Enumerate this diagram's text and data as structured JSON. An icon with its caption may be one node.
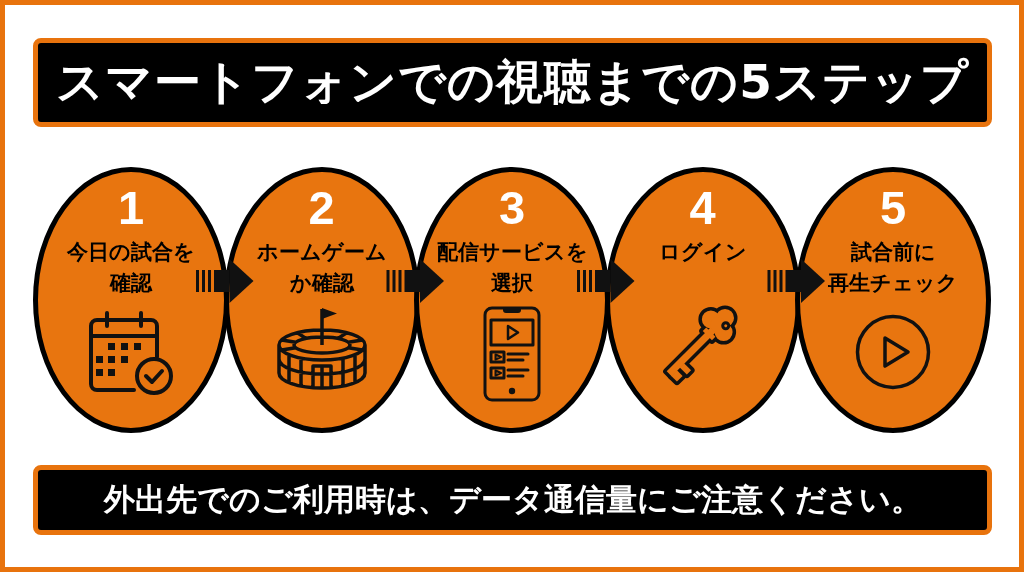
{
  "diagram": {
    "title": "スマートフォンでの視聴までの5ステップ",
    "caption": "外出先でのご利用時は、データ通信量にご注意ください。",
    "nodes": [
      {
        "text": [
          "1",
          "今日の試合を確認"
        ]
      },
      {
        "text": [
          "2",
          "ホームゲームか確認"
        ]
      },
      {
        "text": [
          "3",
          "配信サービスを選択"
        ]
      },
      {
        "text": [
          "4",
          "ログイン"
        ]
      },
      {
        "text": [
          "5",
          "試合前に再生チェック"
        ]
      }
    ],
    "edges": [
      {
        "from": 0,
        "to": 1,
        "arrow": "to"
      },
      {
        "from": 1,
        "to": 2,
        "arrow": "to"
      },
      {
        "from": 2,
        "to": 3,
        "arrow": "to"
      },
      {
        "from": 3,
        "to": 4,
        "arrow": "to"
      }
    ]
  }
}
